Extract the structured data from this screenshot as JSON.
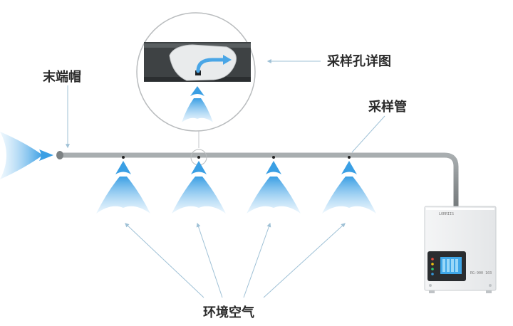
{
  "labels": {
    "end_cap": "末端帽",
    "sampling_hole_detail": "采样孔详图",
    "sampling_pipe": "采样管",
    "ambient_air": "环境空气"
  },
  "detector": {
    "brand_text": "LORRIIS",
    "panel_text": "RG-900 103"
  },
  "colors": {
    "pipe": "#8f9496",
    "airflow": "#4aa6e6",
    "leader_line": "#9fc1d6",
    "text": "#2b2b2b"
  }
}
